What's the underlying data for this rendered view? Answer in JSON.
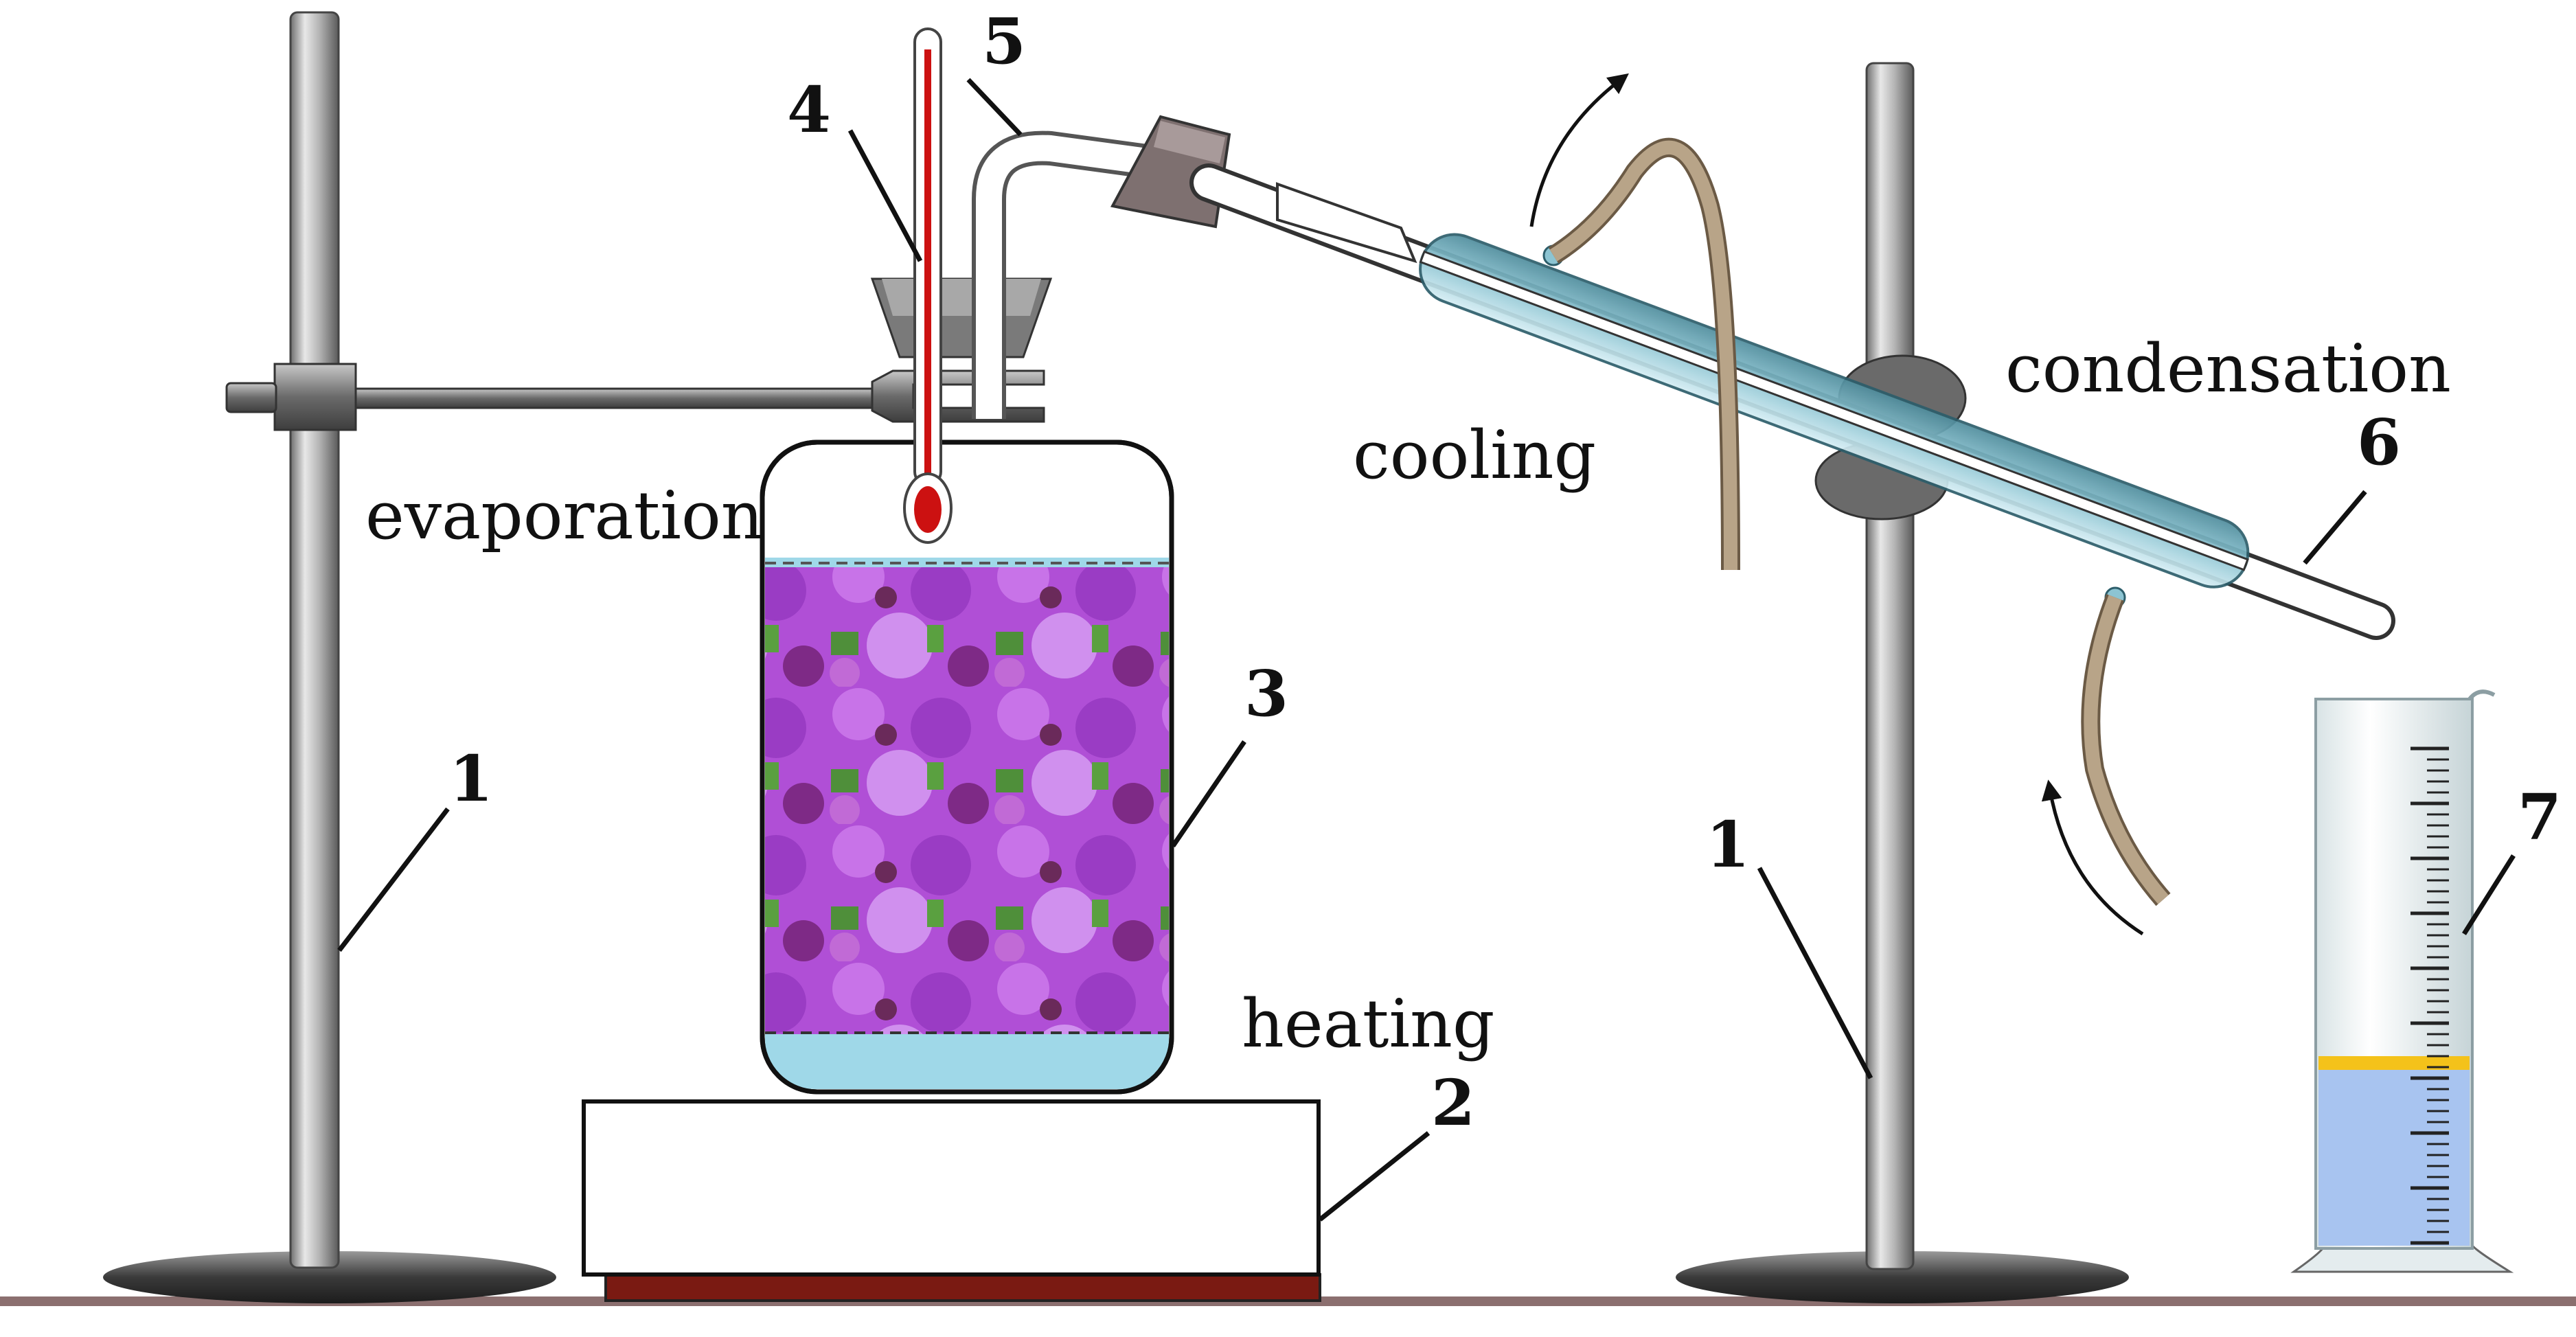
{
  "diagram": {
    "labels": {
      "evaporation": "evaporation",
      "cooling": "cooling",
      "condensation": "condensation",
      "heating": "heating"
    },
    "callouts": {
      "stand_left": "1",
      "stand_right": "1",
      "hot_plate": "2",
      "flask": "3",
      "thermometer": "4",
      "vapor_tube": "5",
      "condenser": "6",
      "cylinder": "7"
    }
  },
  "colors": {
    "floor": "#8b6f6f",
    "hotplate_base": "#7a1a12",
    "water": "#9fd8e8",
    "flask_contents": "#b04fd6",
    "condenser_jacket": "#5e9fb0",
    "thermometer_liquid": "#cc1111",
    "hose": "#b8a488",
    "distillate": "#a8c4f0",
    "distillate_top": "#f4c21a"
  }
}
